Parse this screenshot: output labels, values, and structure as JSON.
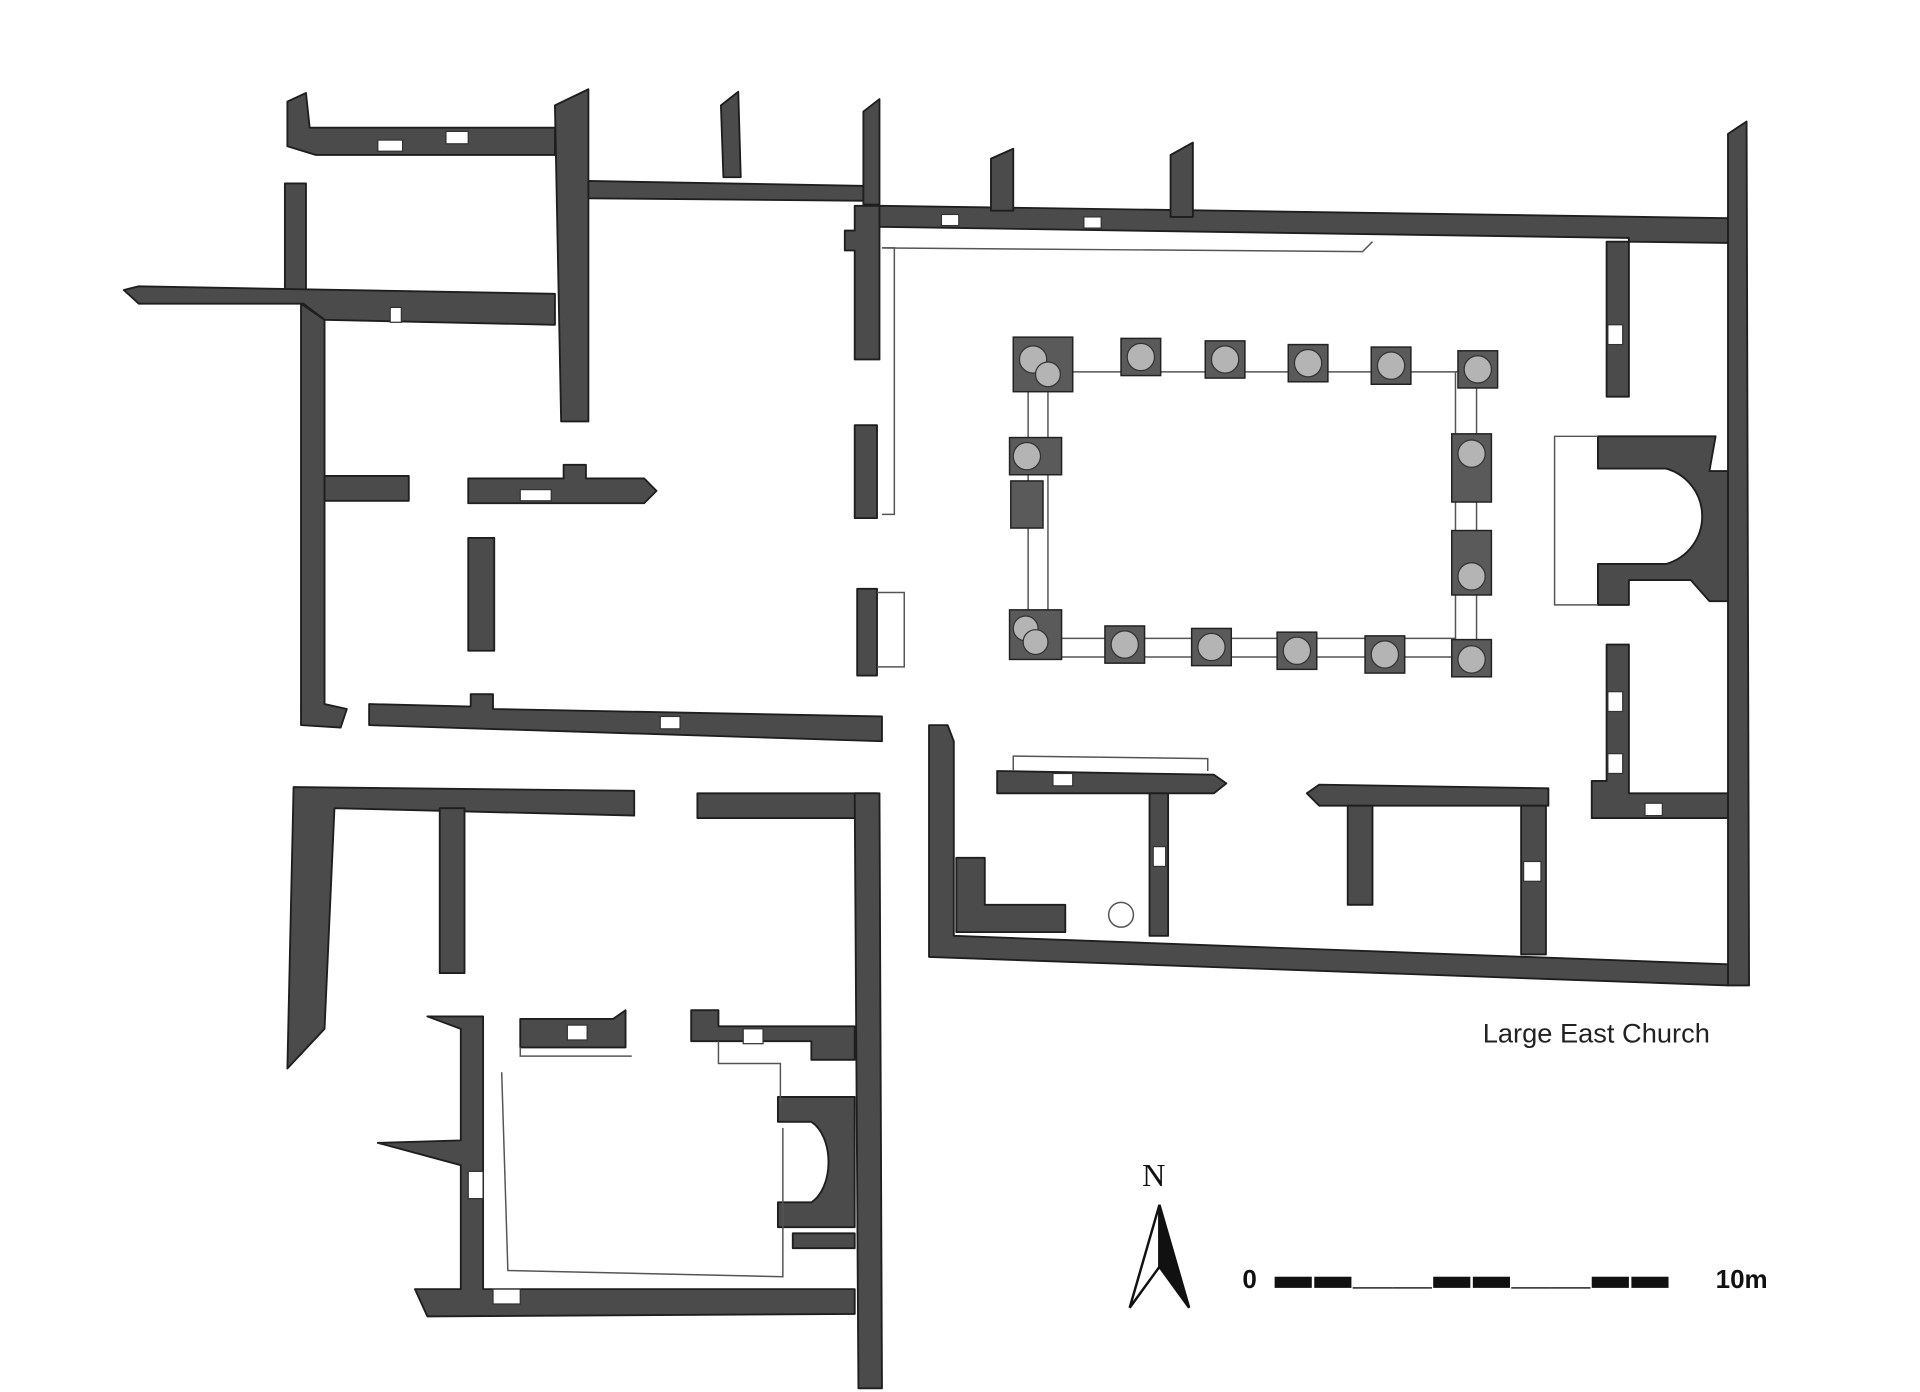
{
  "title": "Large East Church",
  "north_label": "N",
  "scale_bar": {
    "start_label": "0",
    "end_label": "10m",
    "length_m": 10,
    "segments": 10
  },
  "colors": {
    "wall": "#4b4b4b",
    "column": "#b4b4b4",
    "background": "#ffffff"
  }
}
